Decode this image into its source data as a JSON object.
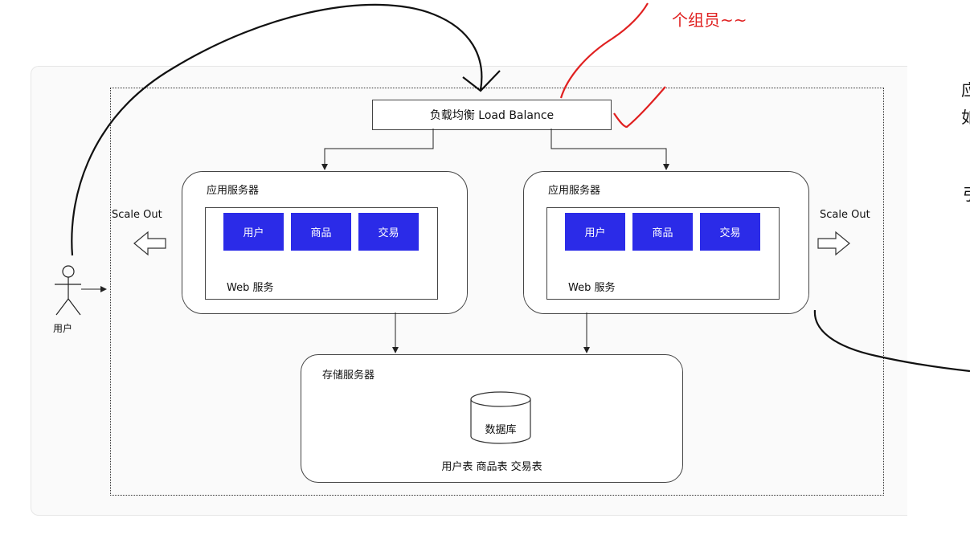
{
  "annotation": {
    "note_text": "个组员~~",
    "note_color": "#e02020"
  },
  "load_balancer": {
    "label": "负载均衡 Load Balance"
  },
  "app_servers": [
    {
      "title": "应用服务器",
      "modules": [
        "用户",
        "商品",
        "交易"
      ],
      "service_label": "Web 服务"
    },
    {
      "title": "应用服务器",
      "modules": [
        "用户",
        "商品",
        "交易"
      ],
      "service_label": "Web 服务"
    }
  ],
  "scale_out": {
    "left": "Scale Out",
    "right": "Scale Out"
  },
  "user": {
    "label": "用户"
  },
  "storage": {
    "title": "存储服务器",
    "db_label": "数据库",
    "tables_label": "用户表 商品表 交易表"
  },
  "side_text": [
    "应",
    "如",
    "引"
  ],
  "colors": {
    "module_blue": "#2b2be8",
    "annotation_red": "#e02020",
    "ink": "#111111"
  }
}
